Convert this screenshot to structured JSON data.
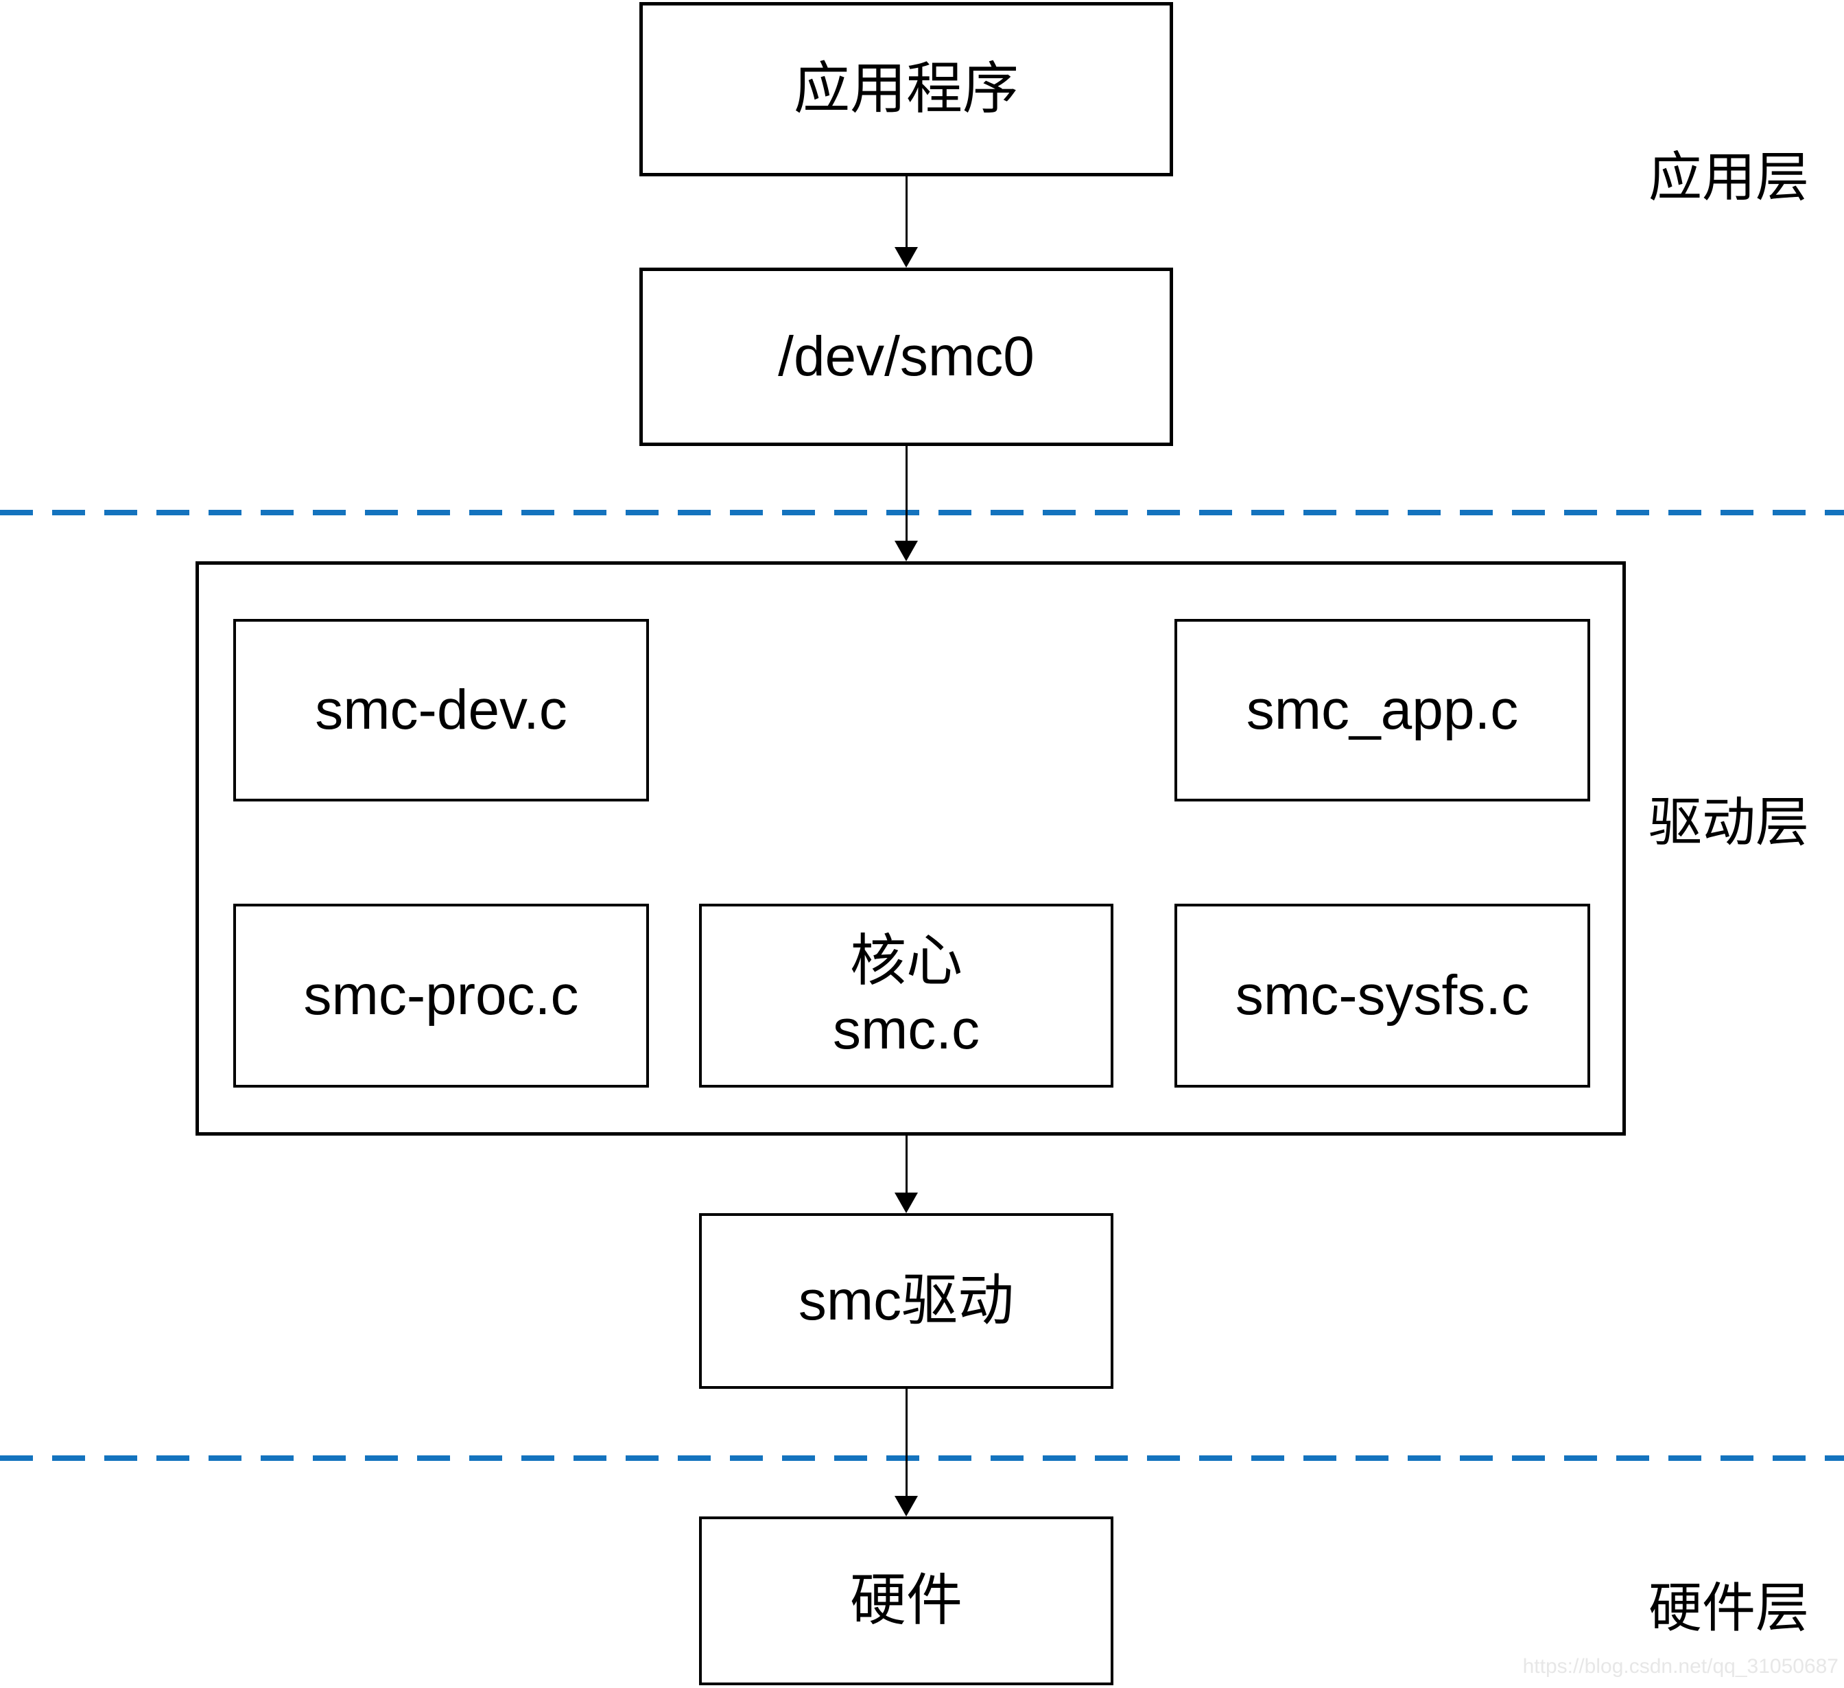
{
  "nodes": {
    "app": {
      "label": "应用程序"
    },
    "dev": {
      "label": "/dev/smc0"
    },
    "smc_dev": {
      "label": "smc-dev.c"
    },
    "smc_app": {
      "label": "smc_app.c"
    },
    "smc_proc": {
      "label": "smc-proc.c"
    },
    "core": {
      "line1": "核心",
      "line2": "smc.c"
    },
    "smc_sysfs": {
      "label": "smc-sysfs.c"
    },
    "driver": {
      "label": "smc驱动"
    },
    "hardware": {
      "label": "硬件"
    }
  },
  "layer_labels": {
    "application": "应用层",
    "driver": "驱动层",
    "hardware": "硬件层"
  },
  "colors": {
    "divider_blue": "#1473BE",
    "stroke_black": "#000000",
    "watermark_gray": "#e7e7e7"
  },
  "watermark": "https://blog.csdn.net/qq_31050687"
}
